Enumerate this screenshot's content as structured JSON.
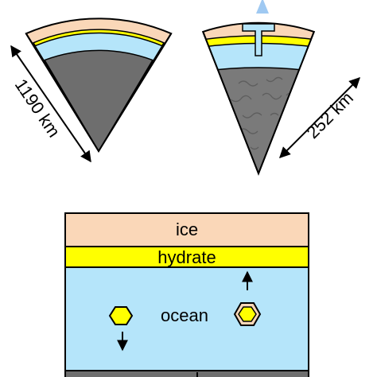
{
  "left_wedge": {
    "dimension_label": "1190 km"
  },
  "right_wedge": {
    "dimension_label": "252 km"
  },
  "box": {
    "layers": {
      "ice": "ice",
      "hydrate": "hydrate",
      "ocean": "ocean"
    }
  },
  "colors": {
    "ice": "#fad7b8",
    "hydrate": "#ffff00",
    "ocean": "#b5e5fa",
    "core": "#6e6e6e",
    "core_textured": "#7a7a7a",
    "plume": "#9fc9f2",
    "outline": "#000000"
  }
}
